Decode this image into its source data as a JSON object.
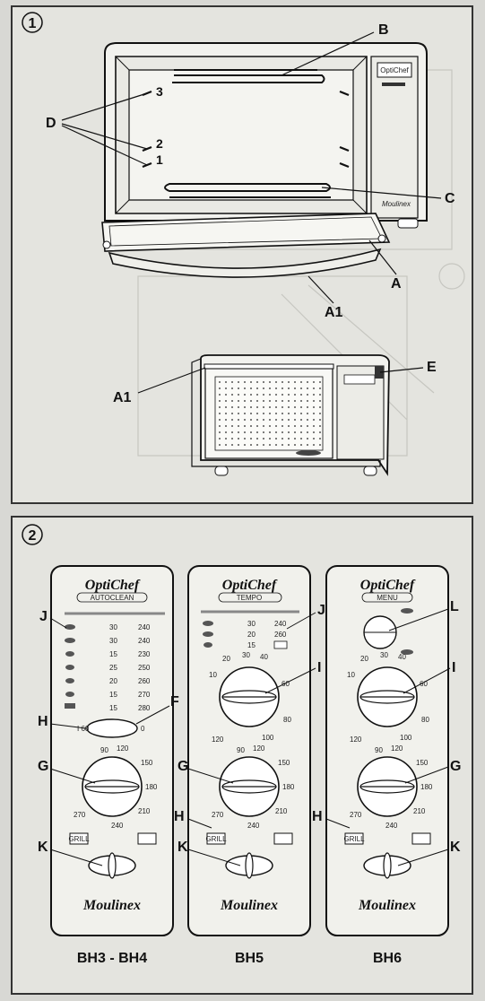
{
  "section1": {
    "number": "1",
    "callouts": {
      "b": "B",
      "d": "D",
      "c": "C",
      "a": "A",
      "a1_top": "A1",
      "a1_bottom": "A1",
      "e": "E"
    },
    "shelf_levels": [
      "3",
      "2",
      "1"
    ],
    "brand_small": "OptiChef",
    "maker_small": "Moulinex"
  },
  "section2": {
    "number": "2",
    "panels": [
      {
        "brand": "OptiChef",
        "subtitle": "AUTOCLEAN",
        "model": "BH3 - BH4",
        "maker": "Moulinex",
        "table": [
          [
            "30",
            "240"
          ],
          [
            "30",
            "240"
          ],
          [
            "15",
            "230"
          ],
          [
            "25",
            "250"
          ],
          [
            "20",
            "260"
          ],
          [
            "15",
            "270"
          ],
          [
            "15",
            "280"
          ]
        ],
        "callouts": {
          "j": "J",
          "h": "H",
          "f": "F",
          "g": "G",
          "k": "K"
        },
        "switch_labels": [
          "I 60",
          "0"
        ],
        "temp_dial": [
          "90",
          "120",
          "150",
          "180",
          "210",
          "240",
          "270"
        ],
        "grill_label": "GRILL"
      },
      {
        "brand": "OptiChef",
        "subtitle": "TEMPO",
        "model": "BH5",
        "maker": "Moulinex",
        "table": [
          [
            "30",
            "240"
          ],
          [
            "20",
            "260"
          ],
          [
            "15",
            ""
          ]
        ],
        "callouts": {
          "j": "J",
          "i": "I",
          "g": "G",
          "h": "H",
          "k": "K"
        },
        "timer_dial": [
          "10",
          "20",
          "30",
          "40",
          "60",
          "80",
          "100",
          "120"
        ],
        "temp_dial": [
          "90",
          "120",
          "150",
          "180",
          "210",
          "240",
          "270"
        ],
        "grill_label": "GRILL"
      },
      {
        "brand": "OptiChef",
        "subtitle": "MENU",
        "model": "BH6",
        "maker": "Moulinex",
        "callouts": {
          "l": "L",
          "i": "I",
          "g": "G",
          "h": "H",
          "k": "K"
        },
        "timer_dial": [
          "10",
          "20",
          "30",
          "40",
          "60",
          "80",
          "100",
          "120"
        ],
        "temp_dial": [
          "90",
          "120",
          "150",
          "180",
          "210",
          "240",
          "270"
        ],
        "grill_label": "GRILL"
      }
    ]
  }
}
